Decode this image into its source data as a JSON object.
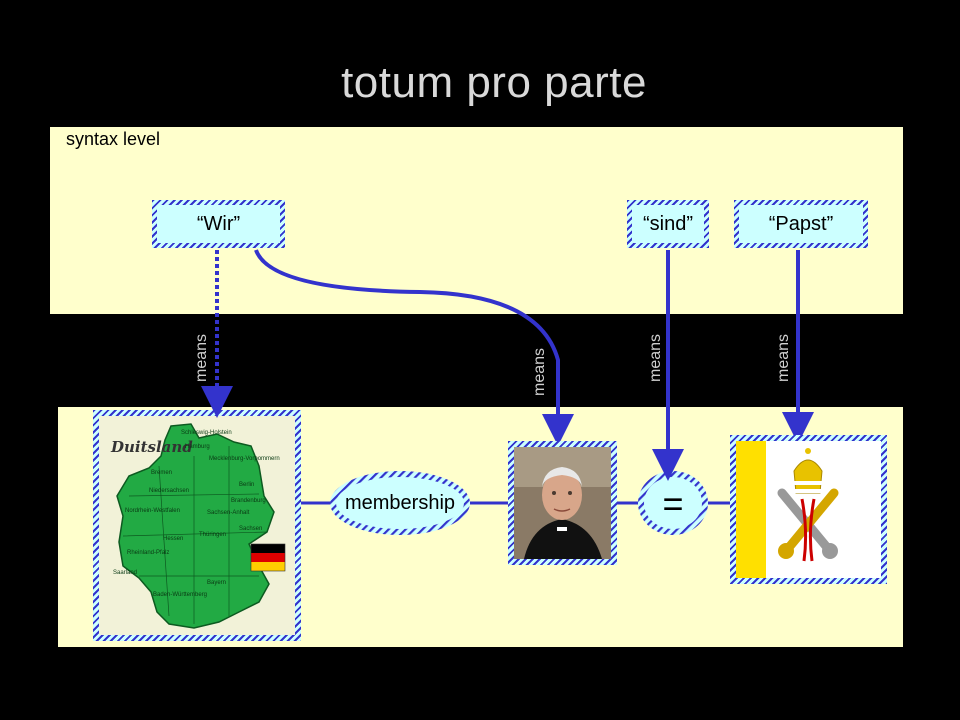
{
  "title": "totum pro parte",
  "syntax_panel": {
    "label": "syntax level"
  },
  "words": {
    "wir": "“Wir”",
    "sind": "“sind”",
    "papst": "“Papst”"
  },
  "relation_label": "means",
  "membership_label": "membership",
  "equals_symbol": "=",
  "map": {
    "caption": "Duitsland",
    "regions": [
      "Schleswig-Holstein",
      "Hamburg",
      "Mecklenburg-Vorpommern",
      "Bremen",
      "Niedersachsen",
      "Berlin",
      "Brandenburg",
      "Sachsen-Anhalt",
      "Nordrhein-Westfalen",
      "Sachsen",
      "Hessen",
      "Thüringen",
      "Rheinland-Pfalz",
      "Saarland",
      "Baden-Württemberg",
      "Bayern"
    ]
  },
  "colors": {
    "panel": "#ffffcc",
    "hatch": "#3333cc",
    "arrow": "#3333cc",
    "box_fill": "#ccffff",
    "map_green": "#22aa44",
    "flag_yellow": "#ffe000"
  },
  "icons": [
    "germany-map-icon",
    "german-flag-icon",
    "pope-photo",
    "vatican-flag-icon"
  ]
}
